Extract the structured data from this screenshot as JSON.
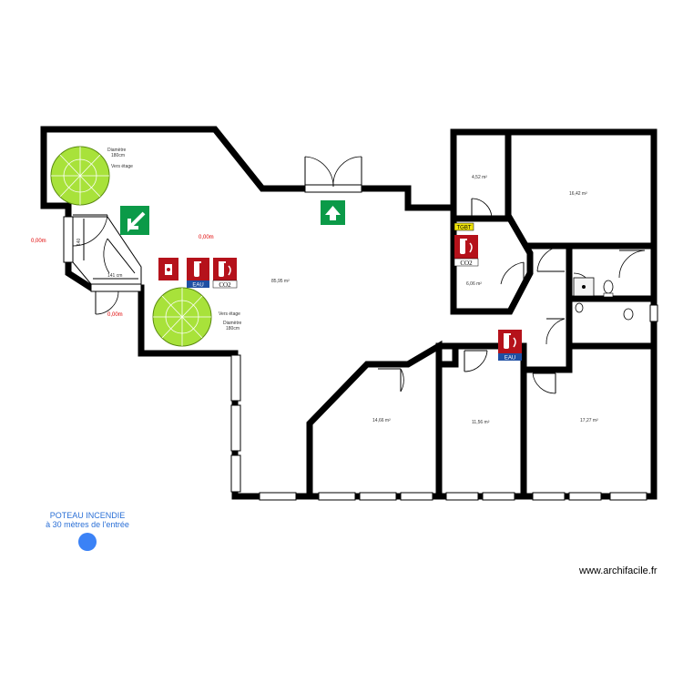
{
  "rooms": {
    "main_area": "85,95 m²",
    "room_top_small": "4,52 m²",
    "room_top_right": "16,42 m²",
    "room_hex": "6,06 m²",
    "room_bottom_1": "14,66 m²",
    "room_bottom_2": "11,56 m²",
    "room_bottom_3": "17,27 m²"
  },
  "stairs": {
    "top": {
      "diameter_label": "Diamètre",
      "diameter_value": "180cm",
      "direction": "Vers étage"
    },
    "bottom": {
      "diameter_label": "Diamètre",
      "diameter_value": "180cm",
      "direction": "Vers étage"
    }
  },
  "dimensions": {
    "vertical_140": "140",
    "horizontal_141": "141 cm"
  },
  "levels": {
    "left": "0,00m",
    "center": "0,00m",
    "lower_left": "0,00m"
  },
  "safety": {
    "tgbt": "TGBT",
    "co2": "CO2",
    "co2_b": "CO2",
    "eau": "EAU",
    "eau_b": "EAU"
  },
  "hydrant": {
    "line1": "POTEAU INCENDIE",
    "line2": "à 30 mètres de l'entrée",
    "color": "#3b82f6"
  },
  "brand": {
    "text": "www.archifacile.fr"
  },
  "colors": {
    "level_text": "#e00000",
    "stair_fill": "#a8e23a",
    "safety_red": "#b5121b",
    "safety_green": "#0b9a48"
  }
}
